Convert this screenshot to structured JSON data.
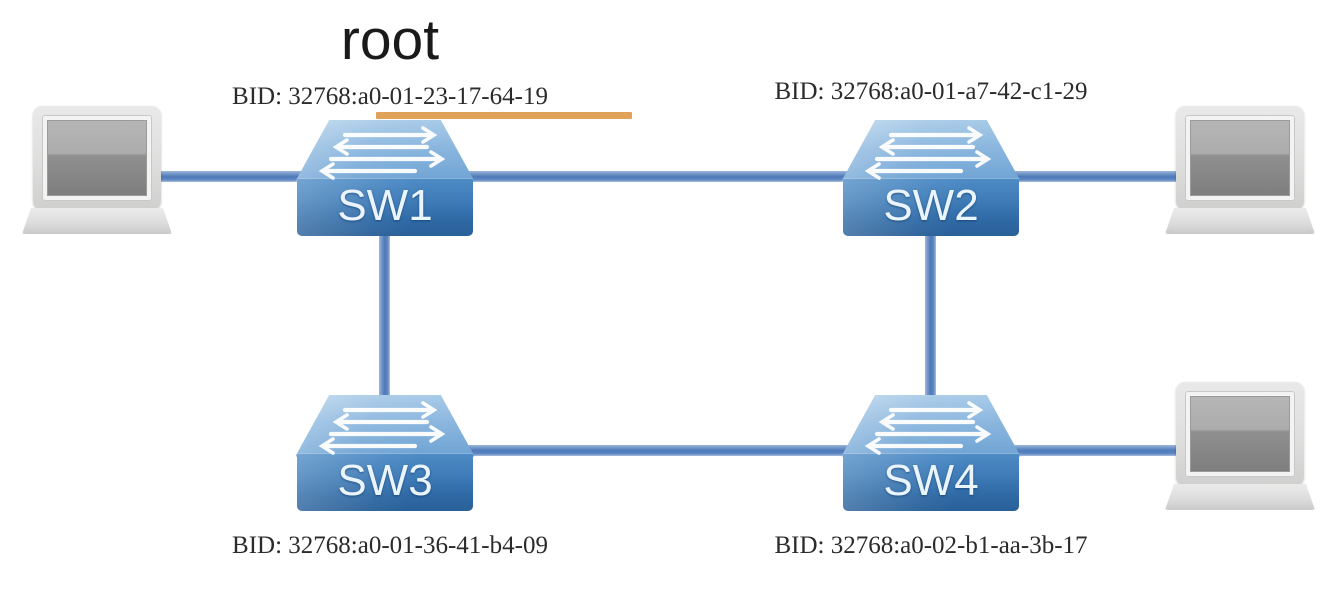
{
  "diagram": {
    "title": "root",
    "root_highlight_color": "#e0a158",
    "link_color": "#4f7ab8",
    "switch_color": "#3f7cb8",
    "switches": [
      {
        "id": "sw1",
        "name": "SW1",
        "bid": "BID: 32768:a0-01-23-17-64-19",
        "is_root": true
      },
      {
        "id": "sw2",
        "name": "SW2",
        "bid": "BID: 32768:a0-01-a7-42-c1-29",
        "is_root": false
      },
      {
        "id": "sw3",
        "name": "SW3",
        "bid": "BID: 32768:a0-01-36-41-b4-09",
        "is_root": false
      },
      {
        "id": "sw4",
        "name": "SW4",
        "bid": "BID: 32768:a0-02-b1-aa-3b-17",
        "is_root": false
      }
    ],
    "hosts": [
      {
        "id": "pc1",
        "position": "top-left"
      },
      {
        "id": "pc2",
        "position": "top-right"
      },
      {
        "id": "pc3",
        "position": "bottom-right"
      }
    ],
    "links": [
      {
        "from": "pc1",
        "to": "sw1"
      },
      {
        "from": "sw1",
        "to": "sw2"
      },
      {
        "from": "sw2",
        "to": "pc2"
      },
      {
        "from": "sw1",
        "to": "sw3"
      },
      {
        "from": "sw2",
        "to": "sw4"
      },
      {
        "from": "sw3",
        "to": "sw4"
      },
      {
        "from": "sw4",
        "to": "pc3"
      }
    ]
  }
}
